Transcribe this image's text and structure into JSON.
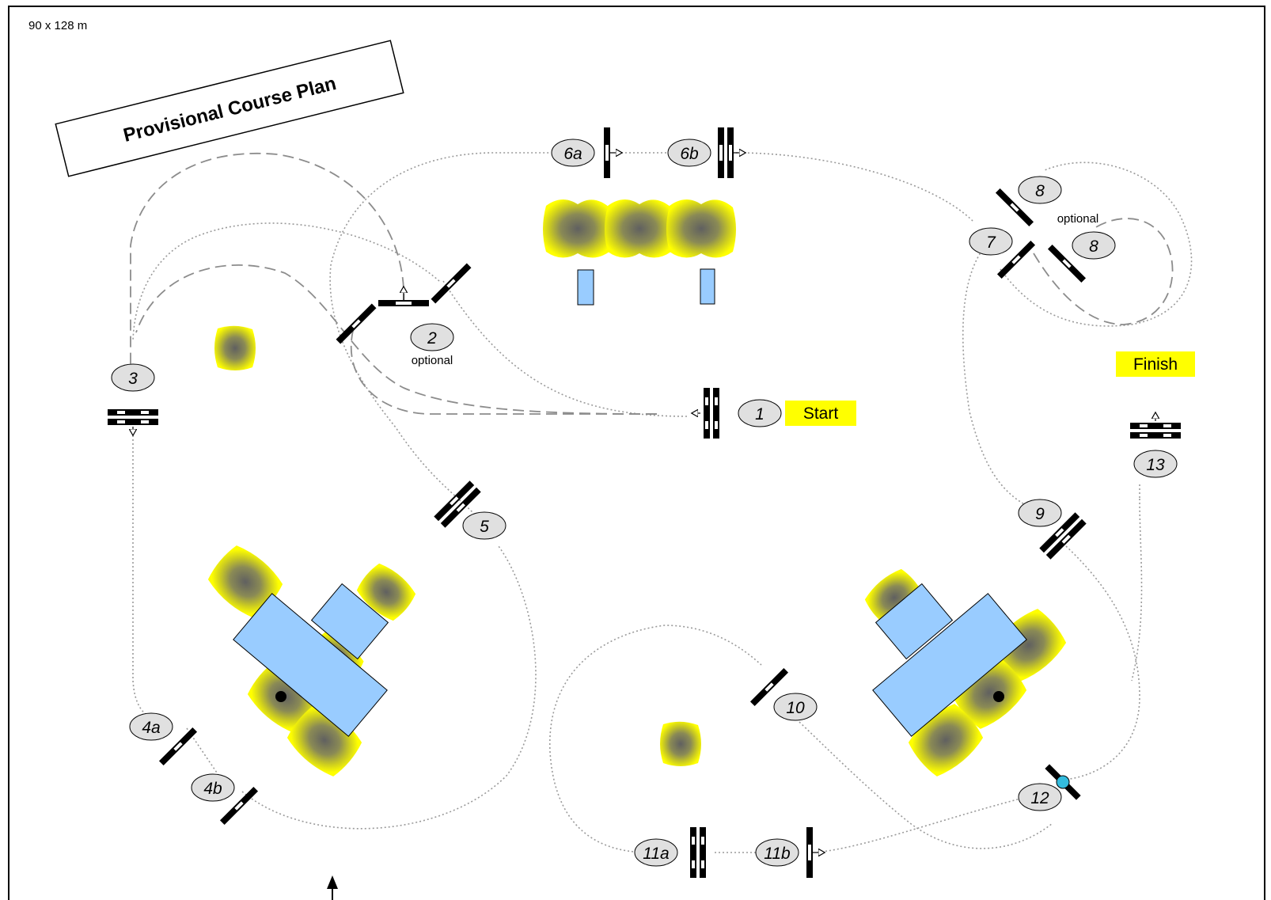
{
  "dimensions_label": "90 x 128 m",
  "title": "Provisional Course Plan",
  "start_label": "Start",
  "finish_label": "Finish",
  "optional_label": "optional",
  "optional_label_2": "optional",
  "numbers": {
    "n1": "1",
    "n2": "2",
    "n3": "3",
    "n4a": "4a",
    "n4b": "4b",
    "n5": "5",
    "n6a": "6a",
    "n6b": "6b",
    "n7": "7",
    "n8a": "8",
    "n8b": "8",
    "n9": "9",
    "n10": "10",
    "n11a": "11a",
    "n11b": "11b",
    "n12": "12",
    "n13": "13"
  },
  "colors": {
    "label_highlight": "#ffff00",
    "number_fill": "#e0e0e0",
    "water": "#99ccff",
    "hedge_outer": "#e5e500",
    "hedge_inner": "#707040",
    "path": "#9a9a9a"
  }
}
